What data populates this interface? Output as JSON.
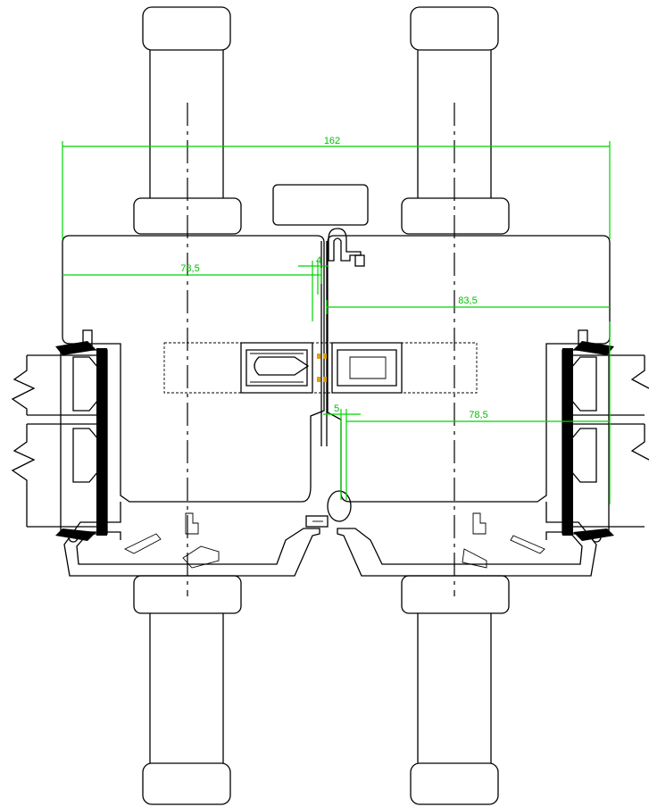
{
  "colors": {
    "dimension": "#00d400",
    "dimension_text": "#00c000",
    "line": "#000000",
    "hardware_accent": "#e0a000"
  },
  "dimensions": {
    "overall_width": "162",
    "left_frame_width": "78,5",
    "left_gap": "4",
    "right_sash_width": "83,5",
    "bottom_gap": "5",
    "right_frame_width": "78,5"
  }
}
